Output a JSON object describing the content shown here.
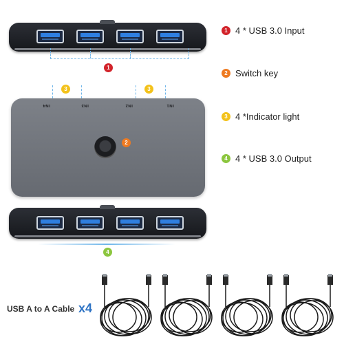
{
  "legend": [
    {
      "badge": "1",
      "label": "4 * USB 3.0 Input",
      "color": "#d2232a"
    },
    {
      "badge": "2",
      "label": "Switch key",
      "color": "#ee7a21"
    },
    {
      "badge": "3",
      "label": "4 *Indicator light",
      "color": "#f3c21b"
    },
    {
      "badge": "4",
      "label": "4 * USB 3.0 Output",
      "color": "#8cc63f"
    }
  ],
  "face_labels": [
    "IN4",
    "IN3",
    "IN2",
    "IN1"
  ],
  "callouts": {
    "input": "1",
    "switch": "2",
    "indicator_a": "3",
    "indicator_b": "3",
    "output": "4"
  },
  "caption": {
    "text": "USB A to A Cable",
    "count": "x4"
  },
  "colors": {
    "accent": "#2e73c4",
    "port_blue": "#2f7fe0",
    "dash": "#6fb6ea"
  }
}
